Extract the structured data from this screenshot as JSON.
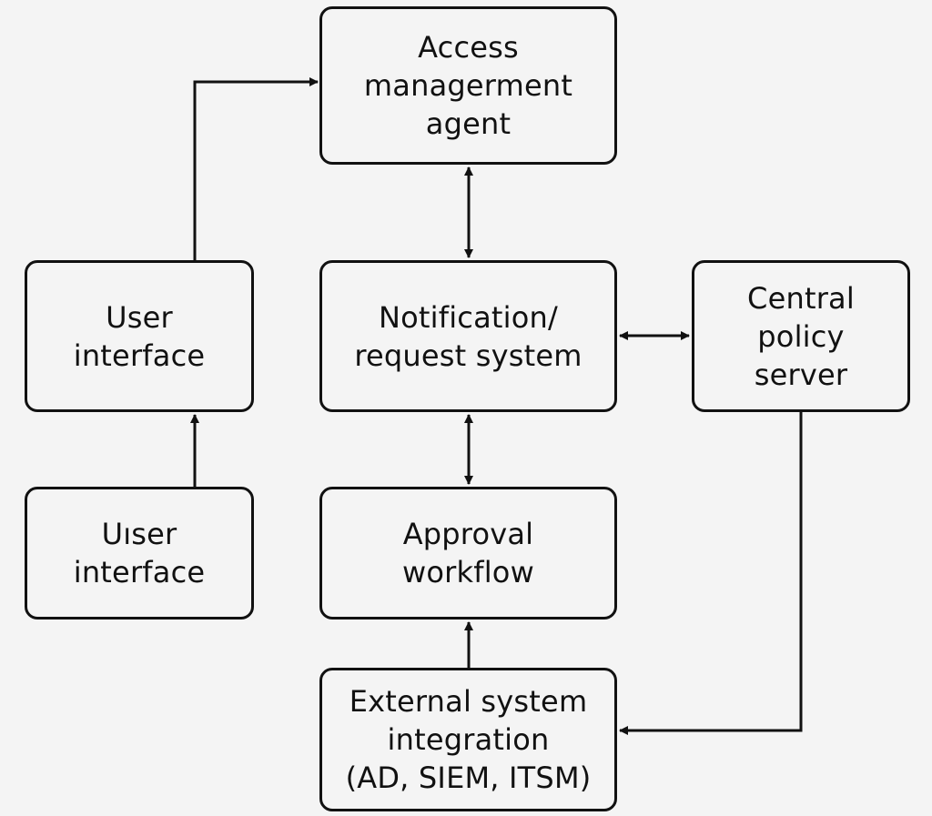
{
  "diagram": {
    "nodes": {
      "access_agent": "Access\nmanagerment\nagent",
      "user_interface_top": "User\ninterface",
      "notification_request": "Notification/\nrequest system",
      "central_policy": "Central\npolicy\nserver",
      "user_interface_bottom": "Uıser\ninterface",
      "approval_workflow": "Approval\nworkflow",
      "external_integration": "External system\nintegration\n(AD, SIEM, ITSM)"
    },
    "edges": [
      {
        "from": "user_interface_top",
        "to": "access_agent",
        "direction": "one-way"
      },
      {
        "from": "access_agent",
        "to": "notification_request",
        "direction": "two-way"
      },
      {
        "from": "notification_request",
        "to": "central_policy",
        "direction": "two-way"
      },
      {
        "from": "notification_request",
        "to": "approval_workflow",
        "direction": "two-way"
      },
      {
        "from": "user_interface_bottom",
        "to": "user_interface_top",
        "direction": "one-way"
      },
      {
        "from": "external_integration",
        "to": "approval_workflow",
        "direction": "one-way"
      },
      {
        "from": "central_policy",
        "to": "external_integration",
        "direction": "one-way"
      }
    ],
    "colors": {
      "background": "#f4f4f4",
      "stroke": "#111111"
    }
  }
}
